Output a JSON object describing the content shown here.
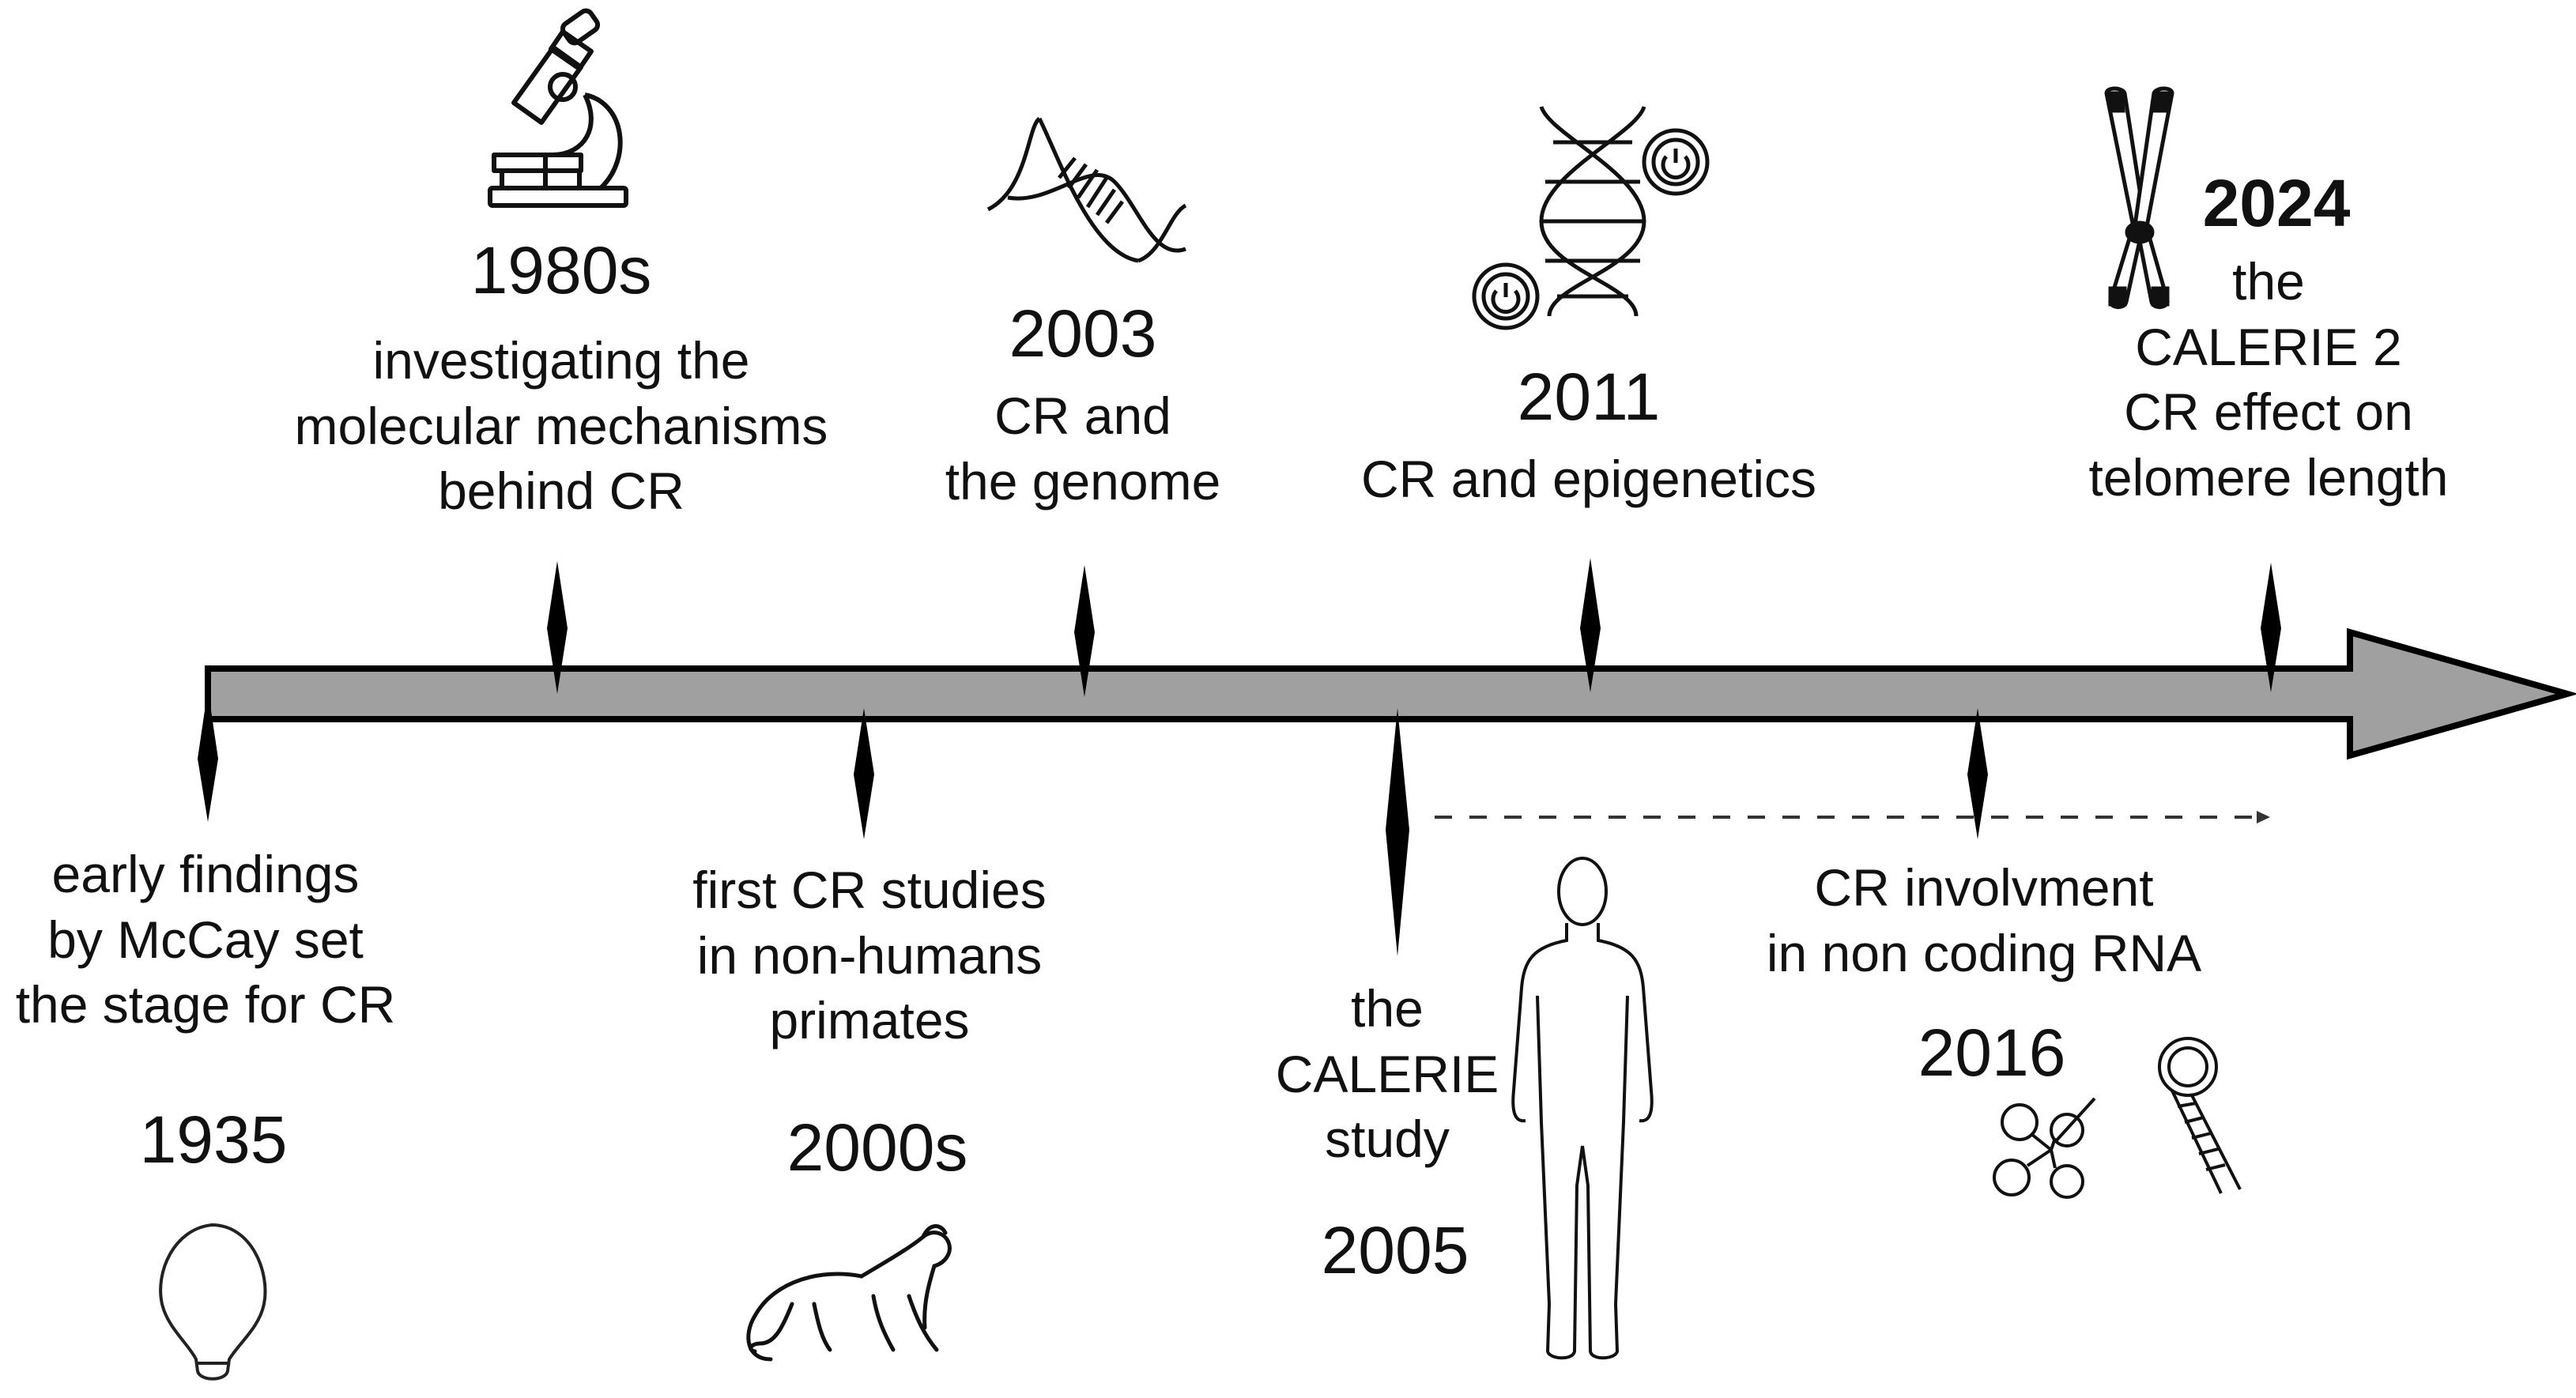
{
  "events": [
    {
      "id": "e1935",
      "year": "1935",
      "lines": [
        "early findings",
        "by McCay set",
        "the stage for CR"
      ],
      "icon": "lightbulb-icon"
    },
    {
      "id": "e1980s",
      "year": "1980s",
      "lines": [
        "investigating the",
        "molecular mechanisms",
        "behind CR"
      ],
      "icon": "microscope-icon"
    },
    {
      "id": "e2000s",
      "year": "2000s",
      "lines": [
        "first CR studies",
        "in non-humans",
        "primates"
      ],
      "icon": "monkey-icon"
    },
    {
      "id": "e2003",
      "year": "2003",
      "lines": [
        "CR and",
        "the genome"
      ],
      "icon": "dna-icon"
    },
    {
      "id": "e2005",
      "year": "2005",
      "lines": [
        "the",
        "CALERIE",
        "study"
      ],
      "icon": "human-silhouette-icon"
    },
    {
      "id": "e2011",
      "year": "2011",
      "lines": [
        "CR and epigenetics"
      ],
      "icon": "dna-switch-icon"
    },
    {
      "id": "e2016",
      "year": "2016",
      "lines": [
        "CR involvment",
        "in non coding RNA"
      ],
      "icon": "rna-hairpin-icon"
    },
    {
      "id": "e2024",
      "year": "2024",
      "lines": [
        "the",
        "CALERIE 2",
        "CR effect on",
        "telomere length"
      ],
      "icon": "chromosome-icon"
    }
  ],
  "colors": {
    "arrow_fill": "#a0a0a0",
    "outline": "#000000",
    "text": "#111111"
  }
}
